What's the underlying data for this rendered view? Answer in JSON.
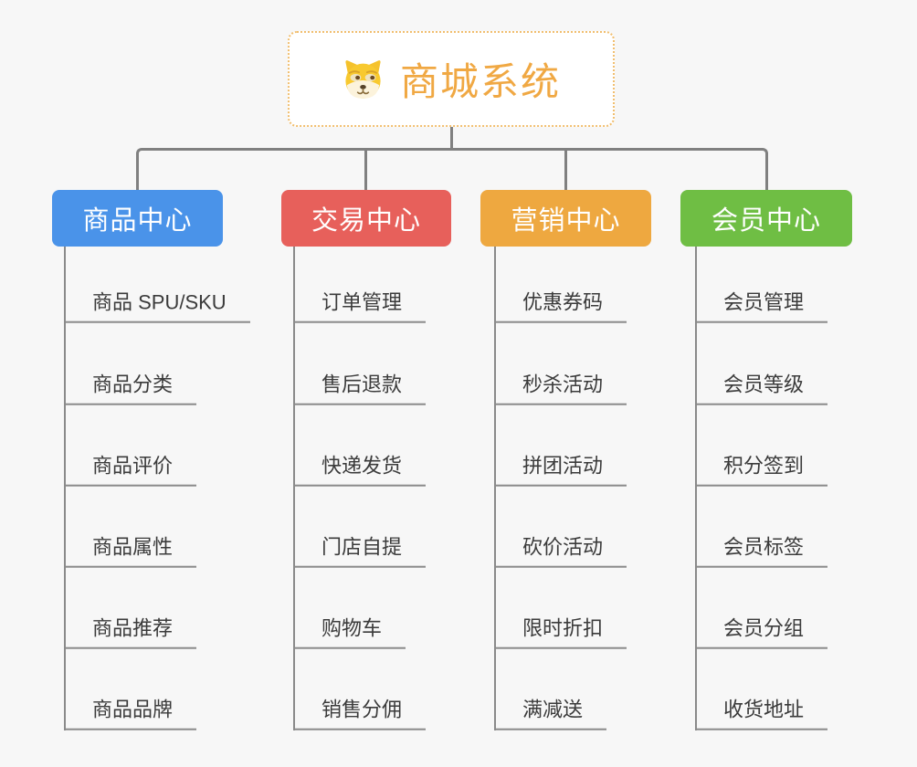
{
  "root": {
    "title": "商城系统",
    "icon": "dog-face"
  },
  "colors": {
    "background": "#F7F7F7",
    "root_border": "#F1BE6E",
    "root_text": "#F0A843",
    "connector": "#808080",
    "leaf_line": "#8A8A8A",
    "leaf_text": "#3B3B3B"
  },
  "branches": [
    {
      "key": "product-center",
      "label": "商品中心",
      "color": "#4A93E9",
      "items": [
        "商品 SPU/SKU",
        "商品分类",
        "商品评价",
        "商品属性",
        "商品推荐",
        "商品品牌"
      ]
    },
    {
      "key": "trade-center",
      "label": "交易中心",
      "color": "#E7605B",
      "items": [
        "订单管理",
        "售后退款",
        "快递发货",
        "门店自提",
        "购物车",
        "销售分佣"
      ]
    },
    {
      "key": "marketing-center",
      "label": "营销中心",
      "color": "#EEA840",
      "items": [
        "优惠券码",
        "秒杀活动",
        "拼团活动",
        "砍价活动",
        "限时折扣",
        "满减送"
      ]
    },
    {
      "key": "member-center",
      "label": "会员中心",
      "color": "#6FBE44",
      "items": [
        "会员管理",
        "会员等级",
        "积分签到",
        "会员标签",
        "会员分组",
        "收货地址"
      ]
    }
  ]
}
